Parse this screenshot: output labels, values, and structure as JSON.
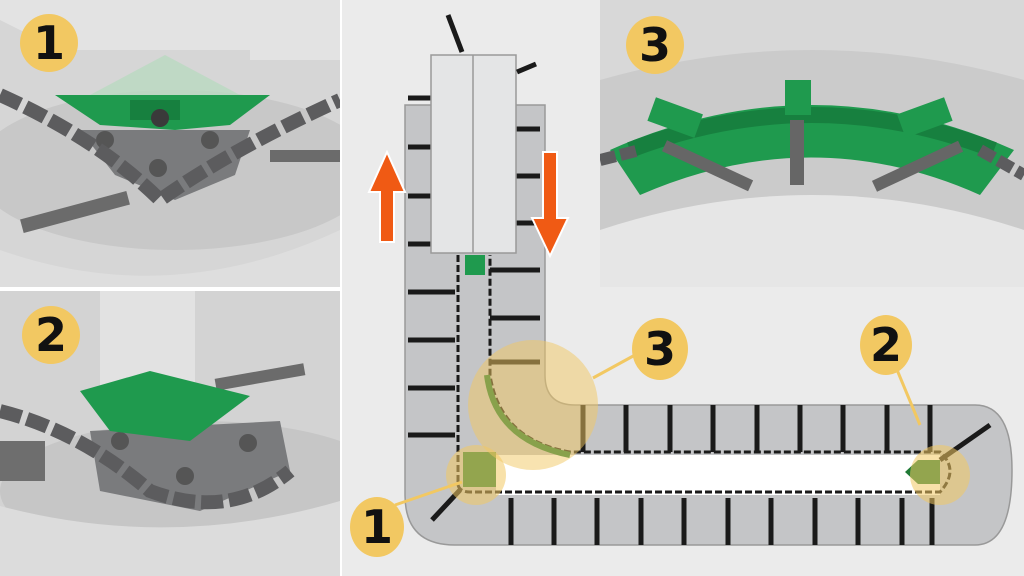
{
  "figure": {
    "title": "Chain conveyor channel with numbered component callouts",
    "colors": {
      "accent_green": "#1f9a4e",
      "callout_yellow": "#f2c862",
      "arrow_orange": "#f05a14",
      "channel_gray": "#c4c5c7",
      "background": "#ebebeb"
    }
  },
  "panels": [
    {
      "id": "panel-1",
      "badge": "1",
      "description": "Corner wheel with green cover plate at chain bend"
    },
    {
      "id": "panel-2",
      "badge": "2",
      "description": "Return wheel with green bracket at chain end"
    },
    {
      "id": "panel-3",
      "badge": "3",
      "description": "Curved green guide rail on inner bend"
    }
  ],
  "diagram": {
    "callouts": [
      {
        "label": "1",
        "target": "corner-wheel"
      },
      {
        "label": "2",
        "target": "return-wheel"
      },
      {
        "label": "3",
        "target": "curved-guide"
      }
    ],
    "arrows": [
      {
        "direction": "up",
        "icon": "arrow-up-icon"
      },
      {
        "direction": "down",
        "icon": "arrow-down-icon"
      }
    ]
  }
}
